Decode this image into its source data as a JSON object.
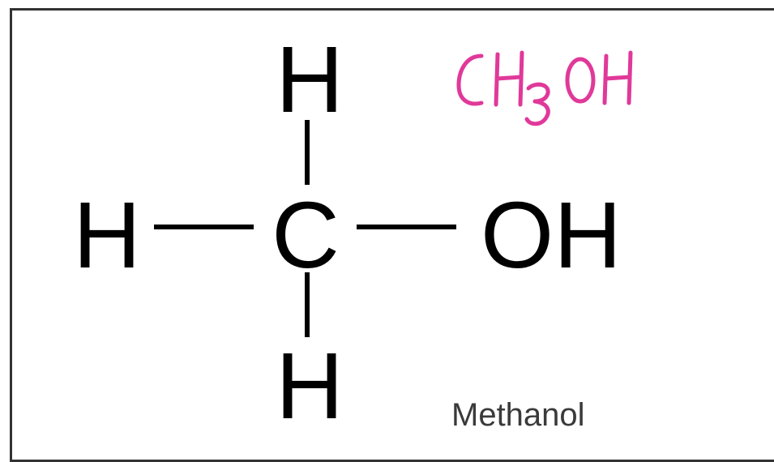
{
  "molecule": {
    "atoms": {
      "top_h": "H",
      "left_h": "H",
      "carbon": "C",
      "hydroxyl": "OH",
      "bottom_h": "H"
    },
    "name": "Methanol",
    "handwritten_formula": "CH3OH"
  },
  "colors": {
    "ink": "#000000",
    "label": "#3a3a3a",
    "handwriting": "#e0399a",
    "frame": "#333333"
  }
}
